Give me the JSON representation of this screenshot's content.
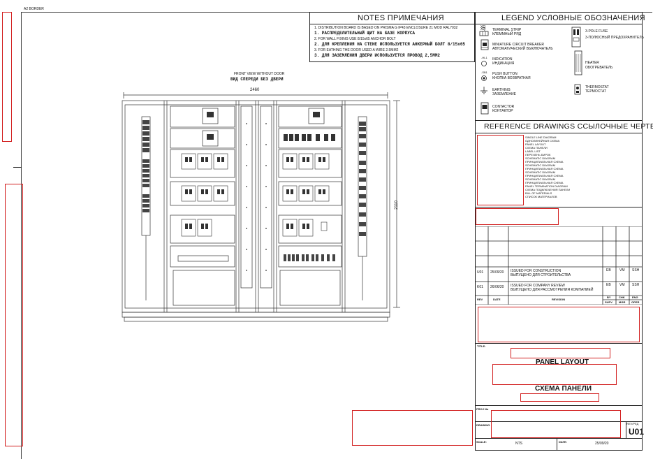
{
  "sheet": {
    "border_label": "A2  BORDER"
  },
  "notes": {
    "title": "NOTES   ПРИМЕЧАНИЯ",
    "lines": [
      "1. DISTRIBUTION BOARD IS BASED ON PRISMA G IP43 ENCLOSURE 21 MOD RAL7032",
      "1. РАСПРЕДЕЛИТЕЛЬНЫЙ ЩИТ НА БАЗЕ КОРПУСА",
      "2. FOR WALL FIXING USE 8/15x65 ANCHOR BOLT",
      "2. ДЛЯ КРЕПЛЕНИЯ НА СТЕНЕ ИСПОЛЬЗУЕТСЯ АНКЕРНЫЙ БОЛТ 8/15x65",
      "3. FOR EATHING THE DOOR USED A WIRE 2.5MM2",
      "3. ДЛЯ ЗАЗЕМЛЕНИЯ ДВЕРИ ИСПОЛЬЗУЕТСЯ ПРОВОД 2,5ММ2"
    ]
  },
  "legend": {
    "title": "LEGEND   УСЛОВНЫЕ ОБОЗНАЧЕНИЯ",
    "items": [
      {
        "tag": "XQ",
        "en": "TERMINAL STRIP",
        "ru": "КЛЕММНЫЙ РЯД"
      },
      {
        "tag": "",
        "en": "MINIATURE CIRCUIT BREAKER",
        "ru": "АВТОМАТИЧЕСКИЙ ВЫКЛЮЧАТЕЛЬ"
      },
      {
        "tag": "-HL1",
        "en": "INDICATION",
        "ru": "ИНДИКАЦИЯ"
      },
      {
        "tag": "-SB1",
        "en": "PUSH BUTTON",
        "ru": "КНОПКА ВОЗВРАТНАЯ"
      },
      {
        "tag": "",
        "en": "EARTHING",
        "ru": "ЗАЗЕМЛЕНИЕ"
      },
      {
        "tag": "",
        "en": "CONTACTOR",
        "ru": "КОНТАКТОР"
      }
    ],
    "items_right": [
      {
        "en": "3-POLE FUSE",
        "ru": "3-ПОЛЮСНЫЙ ПРЕДОХРАНИТЕЛЬ"
      },
      {
        "en": "HEATER",
        "ru": "ОБОГРЕВАТЕЛЬ"
      },
      {
        "en": "THERMOSTAT",
        "ru": "ТЕРМОСТАТ"
      }
    ]
  },
  "reference": {
    "title": "REFERENCE DRAWINGS   ССЫЛОЧНЫЕ ЧЕРТЕЖИ",
    "items": [
      "SINGLE LINE DIAGRAM",
      "ОДНОЛИНЕЙНАЯ СХЕМА",
      "PANEL LAYOUT",
      "СХЕМА ПАНЕЛИ",
      "LABEL LIST",
      "ПЕРЕЧЕНЬ БИРОК",
      "SCHEMATIC DIAGRAM",
      "ПРИНЦИПИАЛЬНАЯ СХЕМА",
      "SCHEMATIC DIAGRAM",
      "ПРИНЦИПИАЛЬНАЯ СХЕМА",
      "SCHEMATIC DIAGRAM",
      "ПРИНЦИПИАЛЬНАЯ СХЕМА",
      "SCHEMATIC DIAGRAM",
      "ПРИНЦИПИАЛЬНАЯ СХЕМА",
      "PANEL TERMINATION DIAGRAM",
      "СХЕМА ПОДКЛЮЧЕНИЯ ПАНЕЛИ",
      "BILL OF MATERIALS",
      "СПИСОК МАТЕРИАЛОВ"
    ]
  },
  "revisions": [
    {
      "rev": "U01",
      "date": "25/09/20",
      "en": "ISSUED FOR CONSTRUCTION",
      "ru": "ВЫПУЩЕНО ДЛЯ СТРОИТЕЛЬСТВА",
      "by": "EB",
      "chk": "VM",
      "eng": "SSH"
    },
    {
      "rev": "K01",
      "date": "26/06/20",
      "en": "ISSUED FOR COMPANY REVIEW",
      "ru": "ВЫПУЩЕНО ДЛЯ РАССМОТРЕНИЯ КОМПАНИЕЙ",
      "by": "EB",
      "chk": "VM",
      "eng": "SSH"
    }
  ],
  "revision_header": {
    "rev": "REV",
    "date": "DATE",
    "revision": "REVISION",
    "by": "BY",
    "chk": "CHK",
    "eng": "ENG",
    "supv": "SUPV",
    "mgr": "MGR",
    "oper": "OPER"
  },
  "titleblock": {
    "title_label": "TITLE:",
    "title_en": "PANEL LAYOUT",
    "title_ru": "СХЕМА ПАНЕЛИ",
    "proj_label": "PROJ No",
    "drawing_label": "DRAWING",
    "rev_label": "REV/РЕД",
    "rev_value": "U01",
    "scale_label": "SCALE:",
    "scale_value": "NTS",
    "date_label": "DATE:",
    "date_value": "25/09/20"
  },
  "drawing": {
    "front_view_en": "FRONT VIEW WITHOUT DOOR",
    "front_view_ru": "ВИД СПЕРЕДИ БЕЗ ДВЕРИ",
    "width_dim": "2460",
    "height_dim": "2110"
  },
  "colors": {
    "line": "#222222",
    "redaction": "#d21f1f"
  }
}
